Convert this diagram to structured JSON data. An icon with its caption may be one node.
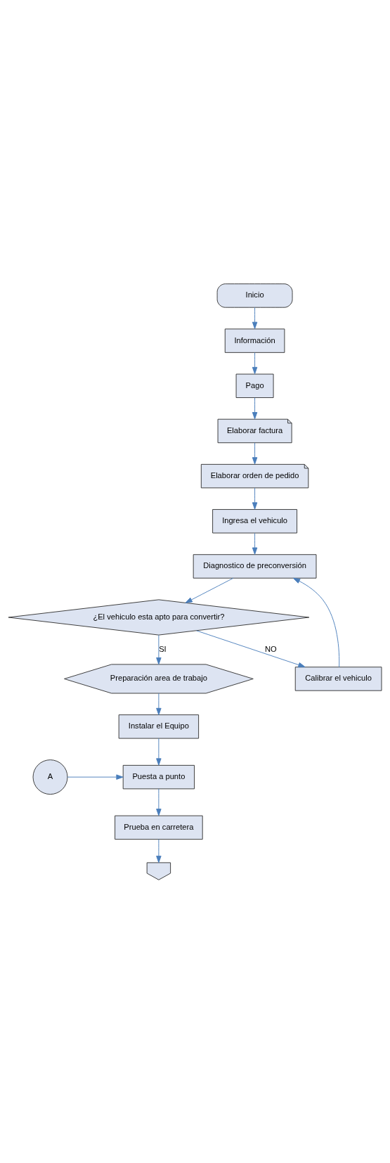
{
  "diagram": {
    "nodes": [
      {
        "text": [
          "Inicio"
        ]
      },
      {
        "text": [
          "Información"
        ]
      },
      {
        "text": [
          "Pago"
        ]
      },
      {
        "text": [
          "Elaborar factura"
        ]
      },
      {
        "text": [
          "Elaborar orden de pedido"
        ]
      },
      {
        "text": [
          "Ingresa el vehiculo"
        ]
      },
      {
        "text": [
          "Diagnostico de preconversión"
        ]
      },
      {
        "text": [
          "¿El vehiculo esta apto para convertir?"
        ]
      },
      {
        "text": [
          "Calibrar el vehiculo"
        ]
      },
      {
        "text": [
          "Preparación area de trabajo"
        ]
      },
      {
        "text": [
          "Instalar el Equipo"
        ]
      },
      {
        "text": [
          "Puesta a punto"
        ]
      },
      {
        "text": [
          "A"
        ]
      },
      {
        "text": [
          "Prueba en carretera"
        ]
      },
      {
        "text": [],
        "shape": "pentagon"
      }
    ],
    "edges": [
      {
        "from": 0,
        "to": 1,
        "arrow": "to"
      },
      {
        "from": 1,
        "to": 2,
        "arrow": "to"
      },
      {
        "from": 2,
        "to": 3,
        "arrow": "to"
      },
      {
        "from": 3,
        "to": 4,
        "arrow": "to"
      },
      {
        "from": 4,
        "to": 5,
        "arrow": "to"
      },
      {
        "from": 5,
        "to": 6,
        "arrow": "to"
      },
      {
        "from": 6,
        "to": 7,
        "arrow": "to"
      },
      {
        "from": 7,
        "to": 8,
        "label": "NO",
        "arrow": "to"
      },
      {
        "from": 8,
        "to": 6,
        "arrow": "to"
      },
      {
        "from": 7,
        "to": 9,
        "label": "SI",
        "arrow": "to"
      },
      {
        "from": 9,
        "to": 10,
        "arrow": "to"
      },
      {
        "from": 10,
        "to": 11,
        "arrow": "to"
      },
      {
        "from": 12,
        "to": 11,
        "arrow": "to"
      },
      {
        "from": 11,
        "to": 13,
        "arrow": "to"
      },
      {
        "from": 13,
        "to": 14,
        "arrow": "to"
      }
    ]
  }
}
